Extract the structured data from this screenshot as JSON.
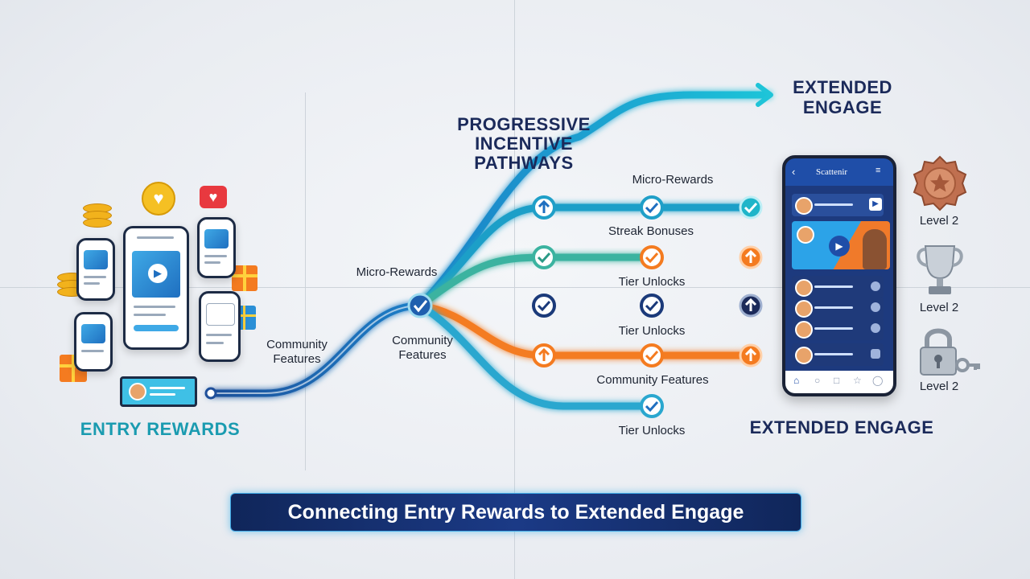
{
  "titles": {
    "progressive": [
      "PROGRESSIVE",
      "INCENTIVE",
      "PATHWAYS"
    ],
    "extended_top": [
      "EXTENDED",
      "ENGAGE"
    ],
    "entry_rewards": "ENTRY REWARDS",
    "extended_bottom": "EXTENDED ENGAGE"
  },
  "labels": {
    "community_left": [
      "Community",
      "Features"
    ],
    "micro_rewards_mid": "Micro-Rewards",
    "community_mid": [
      "Community",
      "Features"
    ],
    "micro_rewards_top": "Micro-Rewards",
    "streak_bonuses": "Streak Bonuses",
    "tier_unlocks_1": "Tier Unlocks",
    "tier_unlocks_2": "Tier Unlocks",
    "community_features_lower": "Community Features",
    "tier_unlocks_3": "Tier Unlocks"
  },
  "badges": [
    {
      "label": "Level 2",
      "icon": "bronze-star-medal-icon"
    },
    {
      "label": "Level 2",
      "icon": "silver-trophy-icon"
    },
    {
      "label": "Level 2",
      "icon": "padlock-key-icon"
    }
  ],
  "phone_app": {
    "header": "Scattenir"
  },
  "banner": "Connecting Entry Rewards to Extended Engage",
  "colors": {
    "teal": "#1fb5c9",
    "blue": "#1f6fc0",
    "navy": "#1b2a5a",
    "orange": "#f47b20",
    "green_teal": "#3bb3a0",
    "entry_title": "#1a9bb0"
  }
}
